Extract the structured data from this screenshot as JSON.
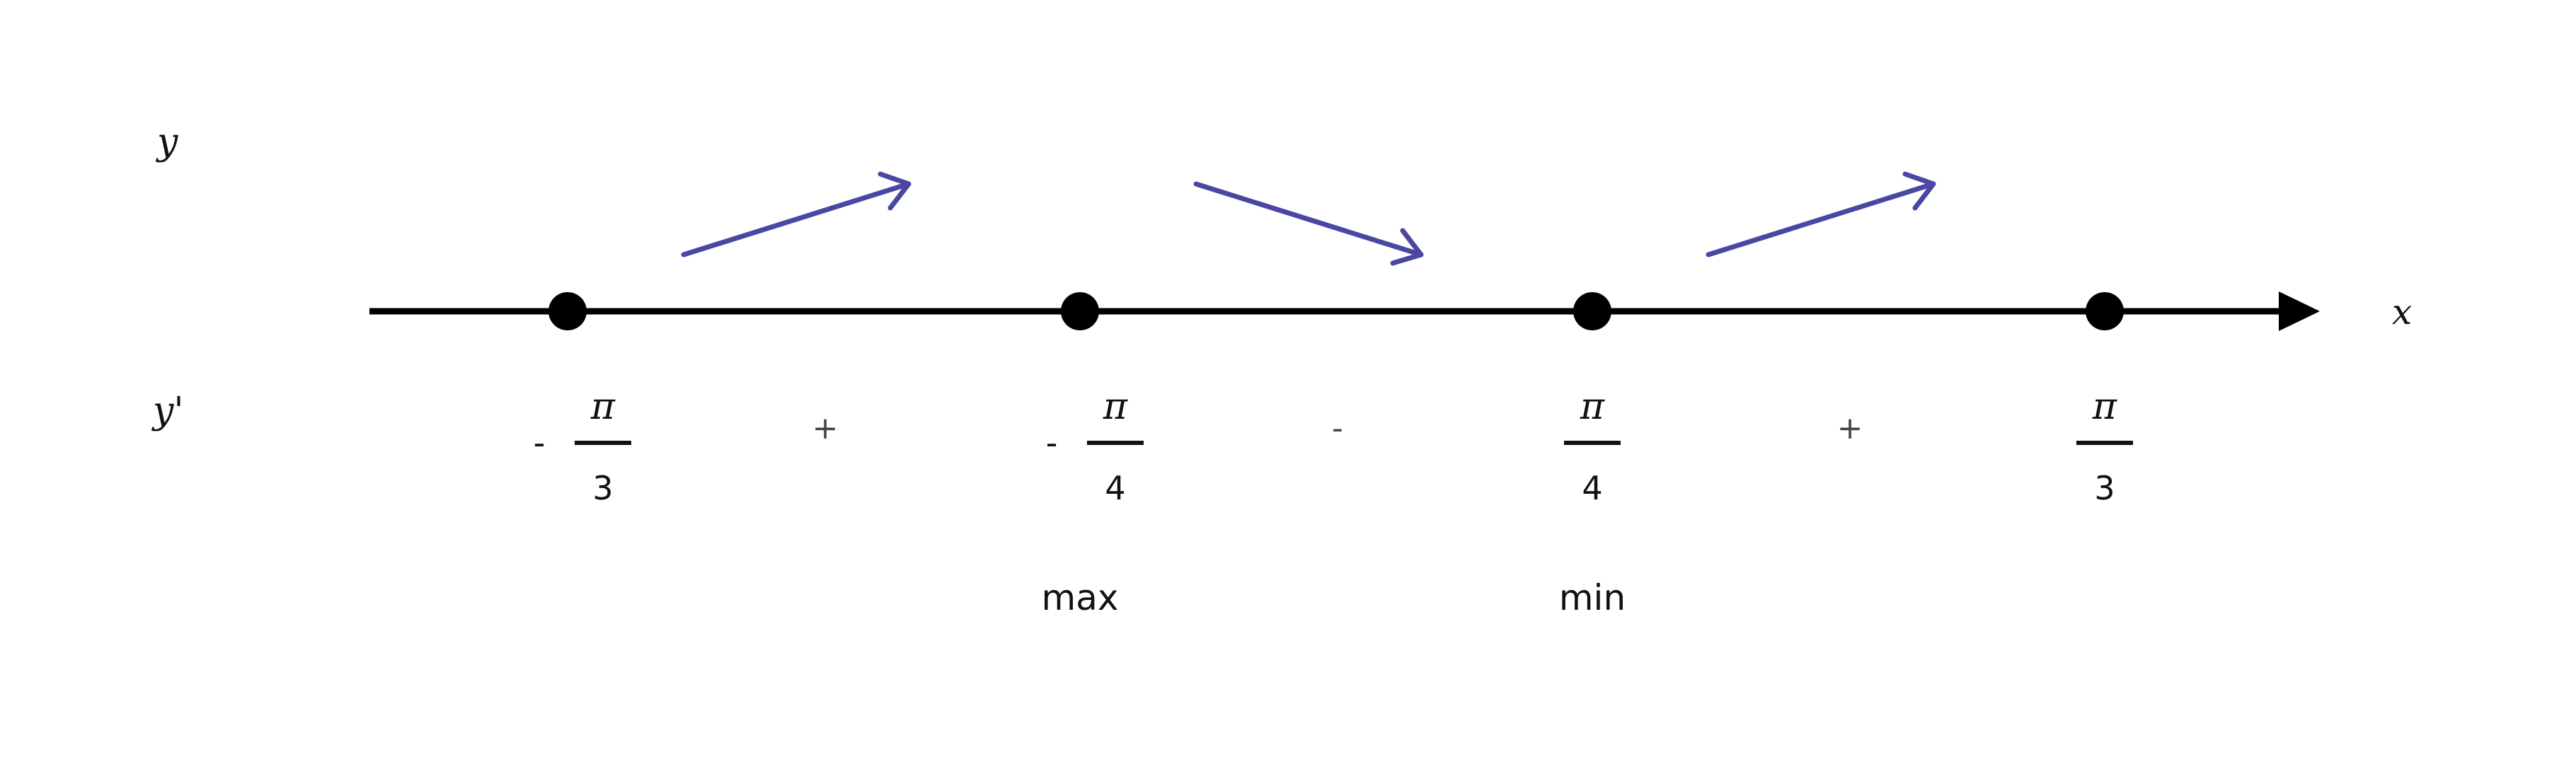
{
  "axis": {
    "x_label": "x",
    "row_label_y": "y",
    "row_label_y_prime": "y'"
  },
  "points": [
    {
      "sign": "-",
      "numerator": "π",
      "denominator": "3"
    },
    {
      "sign": "-",
      "numerator": "π",
      "denominator": "4",
      "extremum": "max"
    },
    {
      "sign": "",
      "numerator": "π",
      "denominator": "4",
      "extremum": "min"
    },
    {
      "sign": "",
      "numerator": "π",
      "denominator": "3"
    }
  ],
  "intervals": [
    {
      "derivative_sign": "+",
      "trend": "increasing"
    },
    {
      "derivative_sign": "-",
      "trend": "decreasing"
    },
    {
      "derivative_sign": "+",
      "trend": "increasing"
    }
  ],
  "colors": {
    "axis": "#000000",
    "arrow": "#4a47a3"
  }
}
